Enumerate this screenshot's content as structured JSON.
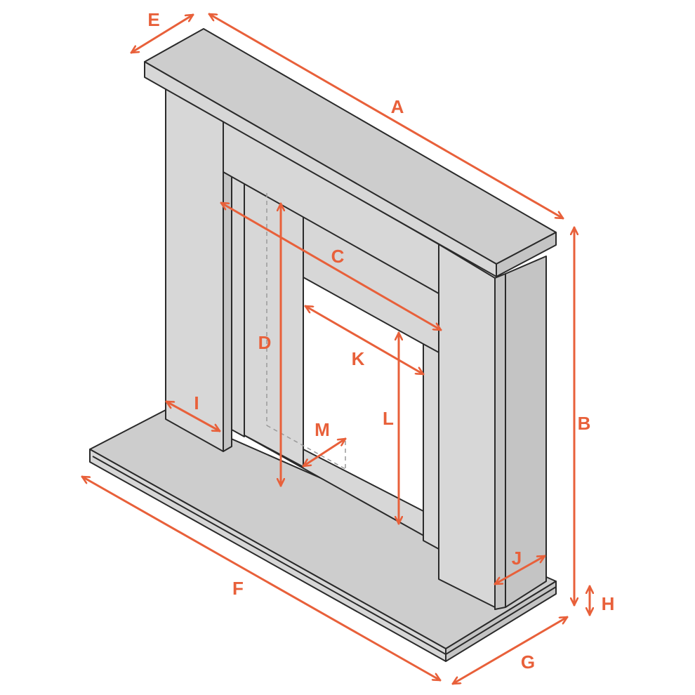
{
  "colors": {
    "background": "#ffffff",
    "stone_face": "#d7d7d7",
    "stone_top": "#cdcdcd",
    "stone_side": "#c4c4c4",
    "outline": "#2a2a2a",
    "opening": "#ffffff",
    "hidden_line": "#9a9a9a",
    "arrow": "#e8603a"
  },
  "dimensions": [
    {
      "id": "A",
      "label": "A"
    },
    {
      "id": "B",
      "label": "B"
    },
    {
      "id": "C",
      "label": "C"
    },
    {
      "id": "D",
      "label": "D"
    },
    {
      "id": "E",
      "label": "E"
    },
    {
      "id": "F",
      "label": "F"
    },
    {
      "id": "G",
      "label": "G"
    },
    {
      "id": "H",
      "label": "H"
    },
    {
      "id": "I",
      "label": "I"
    },
    {
      "id": "J",
      "label": "J"
    },
    {
      "id": "K",
      "label": "K"
    },
    {
      "id": "L",
      "label": "L"
    },
    {
      "id": "M",
      "label": "M"
    }
  ]
}
